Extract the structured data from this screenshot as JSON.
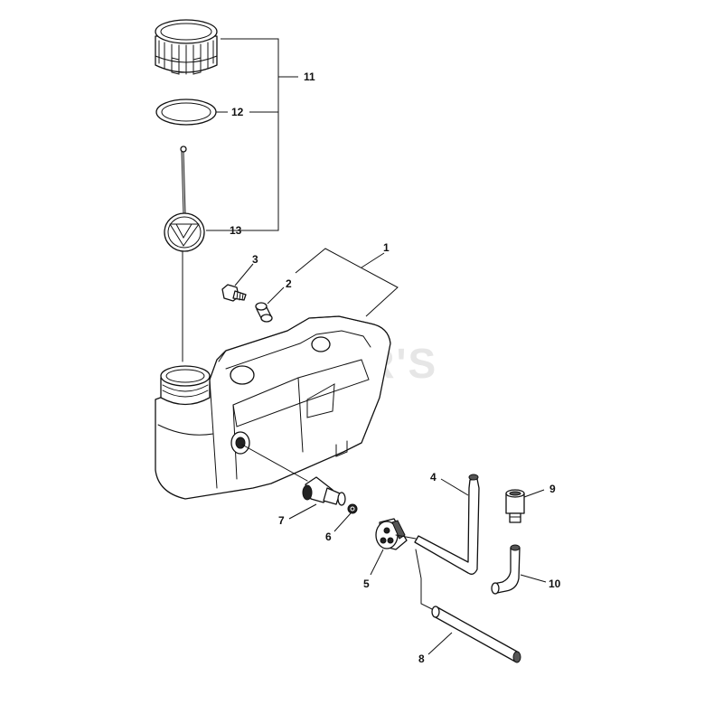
{
  "watermark": {
    "text": "CUTLER'S"
  },
  "callouts": [
    {
      "id": "1",
      "label": "1"
    },
    {
      "id": "2",
      "label": "2"
    },
    {
      "id": "3",
      "label": "3"
    },
    {
      "id": "4",
      "label": "4"
    },
    {
      "id": "5",
      "label": "5"
    },
    {
      "id": "6",
      "label": "6"
    },
    {
      "id": "7",
      "label": "7"
    },
    {
      "id": "8",
      "label": "8"
    },
    {
      "id": "9",
      "label": "9"
    },
    {
      "id": "10",
      "label": "10"
    },
    {
      "id": "11",
      "label": "11"
    },
    {
      "id": "12",
      "label": "12"
    },
    {
      "id": "13",
      "label": "13"
    }
  ],
  "parts": {
    "fuel_cap": "fuel-cap-icon",
    "cap_gasket": "o-ring-gasket-icon",
    "fuel_strainer": "strainer-filter-icon",
    "fuel_tank": "fuel-tank-icon",
    "collar": "collar-icon",
    "screw": "screw-icon",
    "suction_hose": "suction-hose-icon",
    "grommet": "grommet-icon",
    "plug": "plug-icon",
    "joint": "joint-fitting-icon",
    "fuel_pipe": "fuel-pipe-icon",
    "filter": "fuel-filter-icon",
    "return_hose": "return-hose-icon"
  },
  "colors": {
    "line": "#111111",
    "background": "#ffffff",
    "watermark": "#e6e6e6"
  }
}
